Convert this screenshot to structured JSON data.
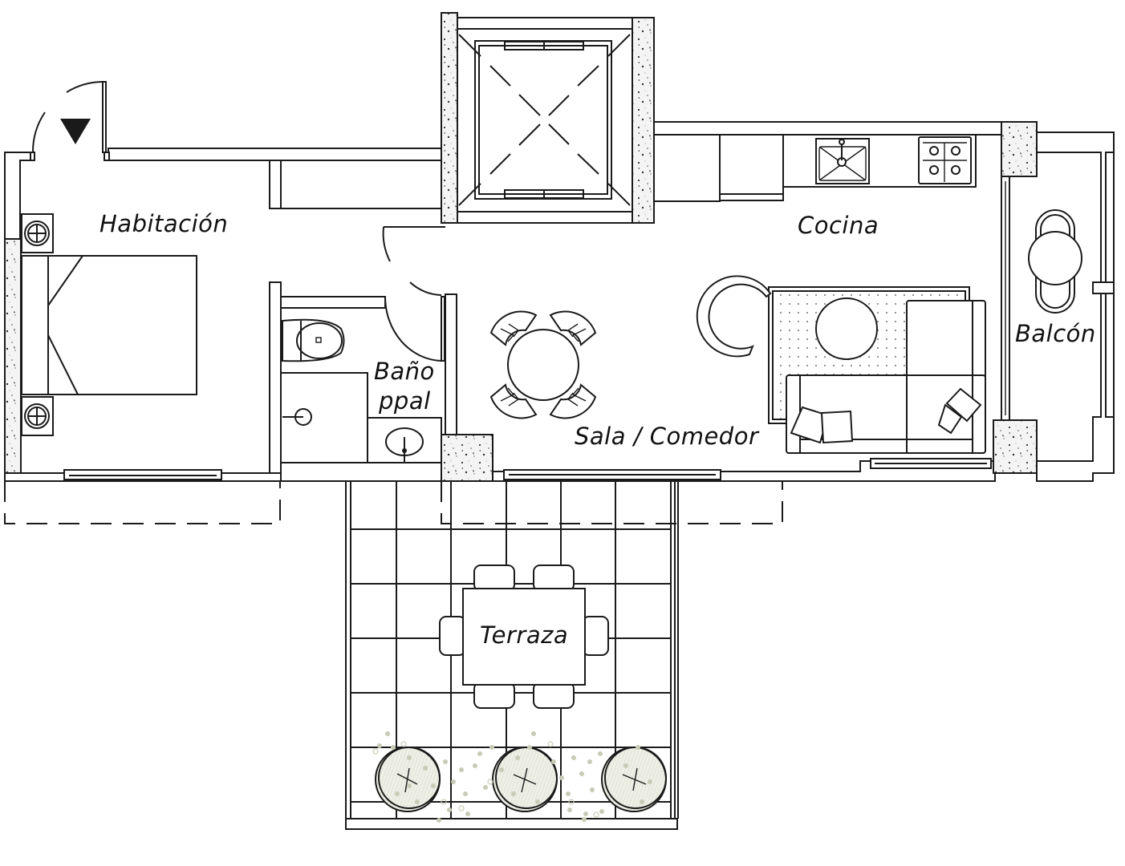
{
  "plan": {
    "type": "apartment floor plan",
    "entry_marker": "entry-arrow",
    "colors": {
      "line": "#1a1a1a",
      "background": "#ffffff",
      "planter_dots": "#c9cbb6"
    }
  },
  "rooms": [
    {
      "id": "habitacion",
      "label": "Habitación",
      "furniture": [
        "double bed",
        "2 nightstands with lamps",
        "sliding window"
      ]
    },
    {
      "id": "cocina",
      "label": "Cocina",
      "furniture": [
        "kitchen counter",
        "sink",
        "4-burner stove",
        "refrigerator",
        "cabinets"
      ]
    },
    {
      "id": "bano-ppal",
      "label_line1": "Baño",
      "label_line2": "ppal",
      "furniture": [
        "toilet",
        "shower",
        "washbasin"
      ]
    },
    {
      "id": "sala-comedor",
      "label": "Sala / Comedor",
      "furniture": [
        "round dining table",
        "4 chairs",
        "L-shaped sofa",
        "round coffee table",
        "armchair",
        "rug",
        "cushions"
      ]
    },
    {
      "id": "balcon",
      "label": "Balcón",
      "furniture": [
        "round bistro table",
        "2 chairs"
      ]
    },
    {
      "id": "terraza",
      "label": "Terraza",
      "furniture": [
        "rectangular table",
        "6 chairs",
        "3 round planters",
        "tile floor grid"
      ]
    }
  ],
  "special": [
    {
      "id": "elevator-shaft",
      "label": "",
      "note": "structural shaft with cross marks"
    }
  ]
}
